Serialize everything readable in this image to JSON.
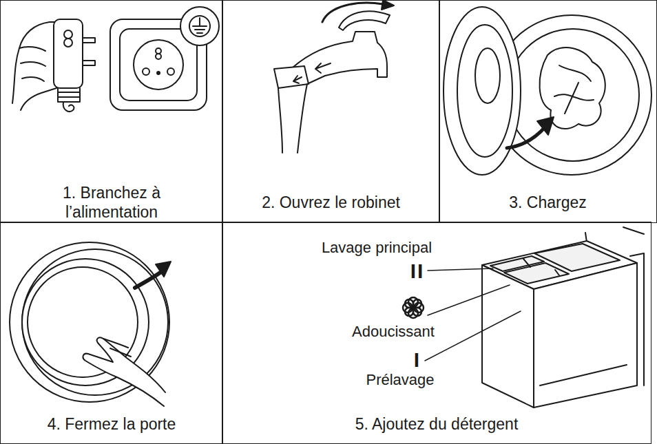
{
  "diagram": {
    "nodes": [
      {
        "text": [
          "1. Branchez à l’alimentation"
        ]
      },
      {
        "text": [
          "2. Ouvrez le robinet"
        ]
      },
      {
        "text": [
          "3. Chargez"
        ]
      },
      {
        "text": [
          "4. Fermez la porte"
        ]
      },
      {
        "text": [
          "5. Ajoutez du détergent"
        ]
      }
    ],
    "labels": [
      "Lavage principal",
      "II",
      "Adoucissant",
      "I",
      "Prélavage"
    ]
  }
}
